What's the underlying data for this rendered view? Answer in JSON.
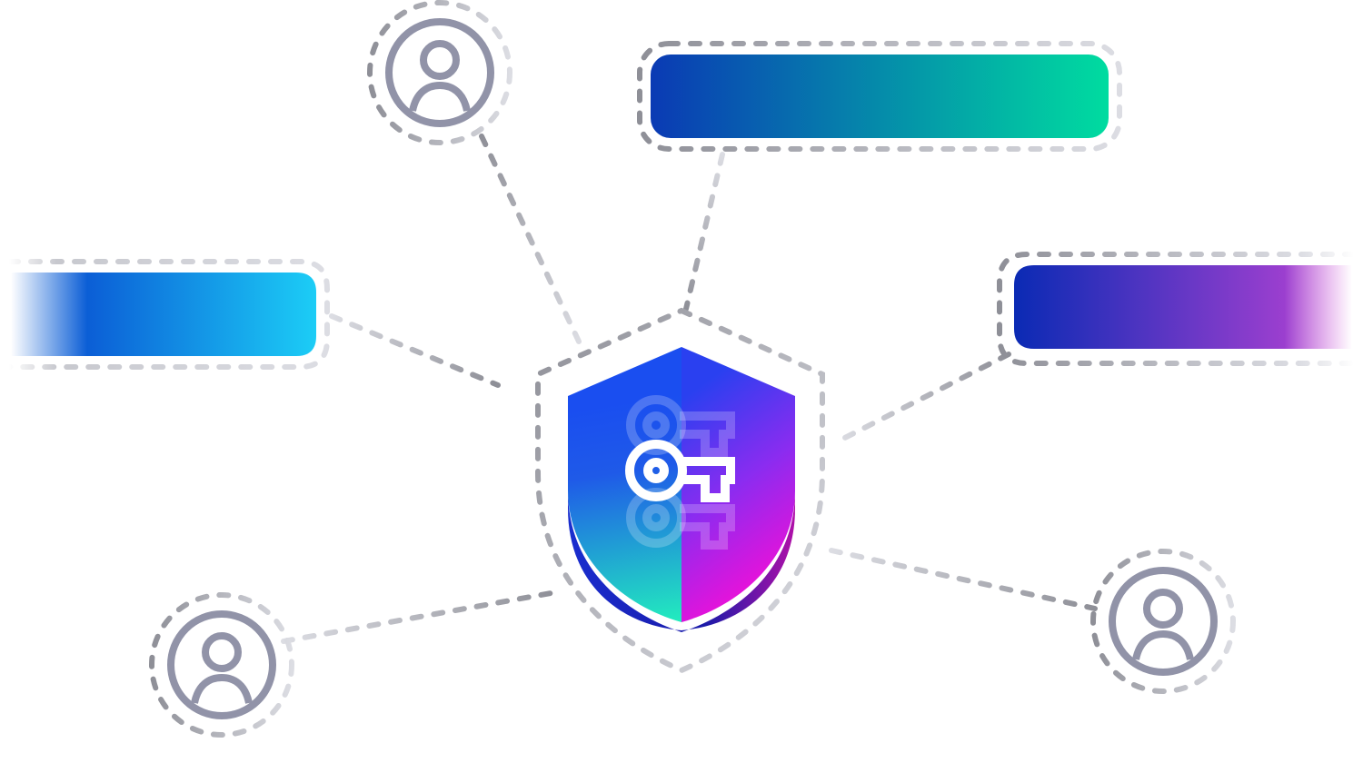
{
  "colors": {
    "background": "#ffffff",
    "connector_dark": "#8e8f97",
    "connector_light": "#dcdde3",
    "user_icon_stroke": "#9193a8",
    "bar_top_start": "#0a3ab4",
    "bar_top_end": "#00dca0",
    "bar_left_start": "#0b5ed6",
    "bar_left_end": "#1ccdf6",
    "bar_right_start": "#0a2ab4",
    "bar_right_end": "#9b3fcf",
    "shield_left_top": "#1a4ef0",
    "shield_left_bottom": "#22f0bd",
    "shield_right_top": "#2a40f0",
    "shield_right_bottom": "#ee10d8",
    "key_stroke": "#ffffff"
  },
  "nodes": {
    "users": [
      {
        "name": "user-top",
        "icon": "user-icon"
      },
      {
        "name": "user-bottom-left",
        "icon": "user-icon"
      },
      {
        "name": "user-bottom-right",
        "icon": "user-icon"
      }
    ],
    "bars": [
      {
        "name": "bar-top"
      },
      {
        "name": "bar-left"
      },
      {
        "name": "bar-right"
      }
    ],
    "hub": {
      "name": "security-shield",
      "icon": "key-icon"
    }
  }
}
